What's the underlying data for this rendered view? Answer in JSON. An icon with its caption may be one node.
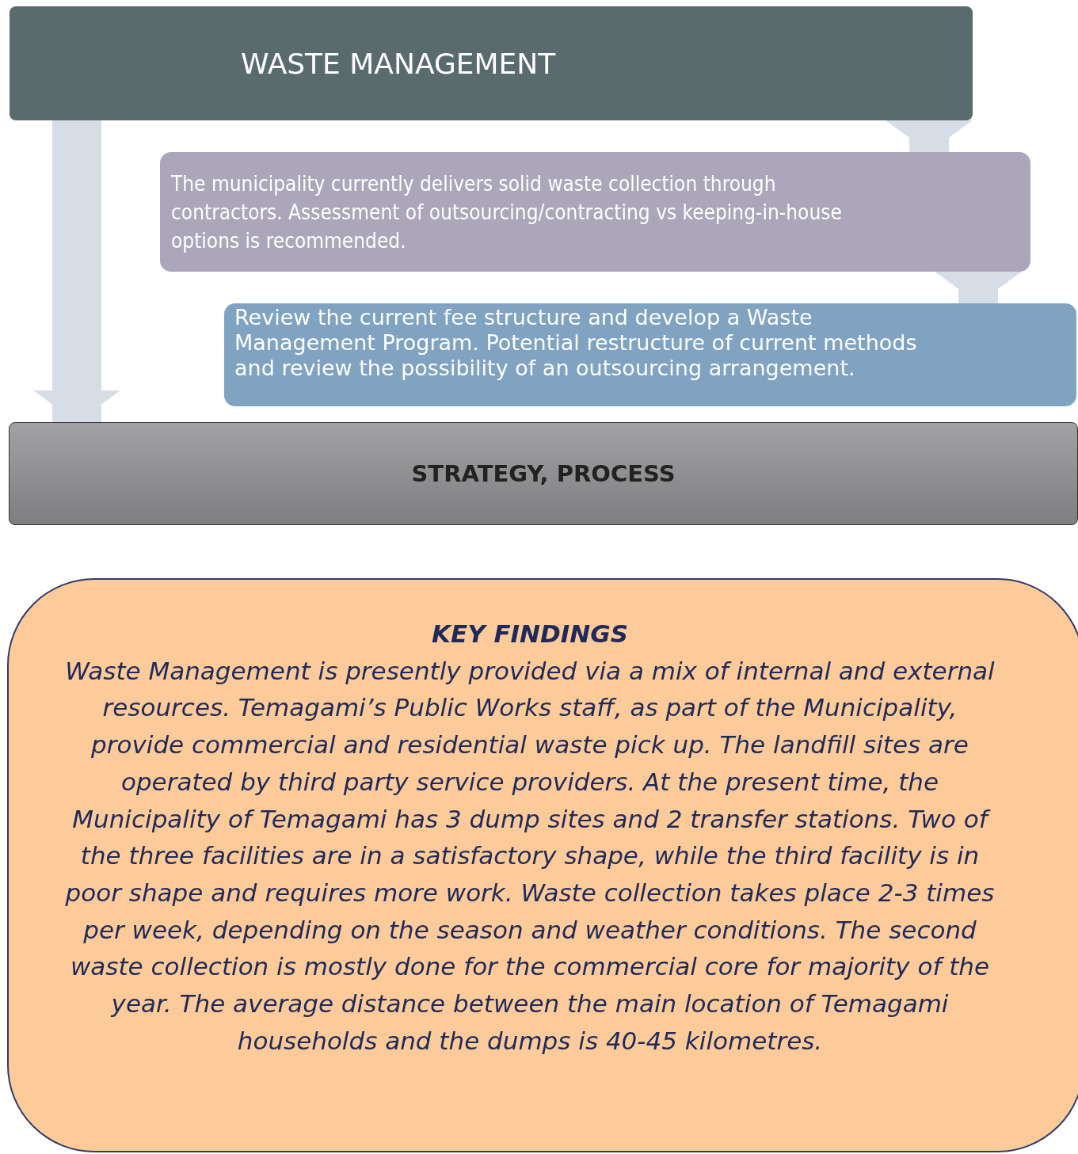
{
  "diagram": {
    "nodes": [
      {
        "text": [
          "WASTE MANAGEMENT"
        ]
      },
      {
        "text": [
          "The municipality currently delivers solid waste collection through contractors. Assessment of outsourcing/contracting vs keeping-in-house options is recommended."
        ]
      },
      {
        "text": [
          "Review the current fee structure and develop a Waste Management Program. Potential restructure of current methods and review the possibility of an outsourcing arrangement."
        ]
      },
      {
        "text": [
          "STRATEGY, PROCESS"
        ]
      },
      {
        "text": [
          "KEY FINDINGS",
          "Waste Management is presently provided via a mix of internal and external resources. Temagami’s Public Works staff, as part of the Municipality, provide commercial and residential waste pick up. The landfill sites are operated by third party service providers. At the present time, the Municipality of Temagami has 3 dump sites and 2 transfer stations. Two of the three facilities are in a satisfactory shape, while the third facility is in poor shape and requires more work. Waste collection takes place 2-3 times per week, depending on the season and weather conditions. The second waste collection is mostly done for the commercial core for majority of the year. The average distance between the main location of Temagami households and the dumps is 40-45 kilometres."
        ]
      }
    ],
    "edges": [
      {
        "from": 0,
        "to": 1,
        "arrow": "to"
      },
      {
        "from": 1,
        "to": 2,
        "arrow": "to"
      },
      {
        "from": 0,
        "to": 3,
        "arrow": "to"
      }
    ]
  }
}
